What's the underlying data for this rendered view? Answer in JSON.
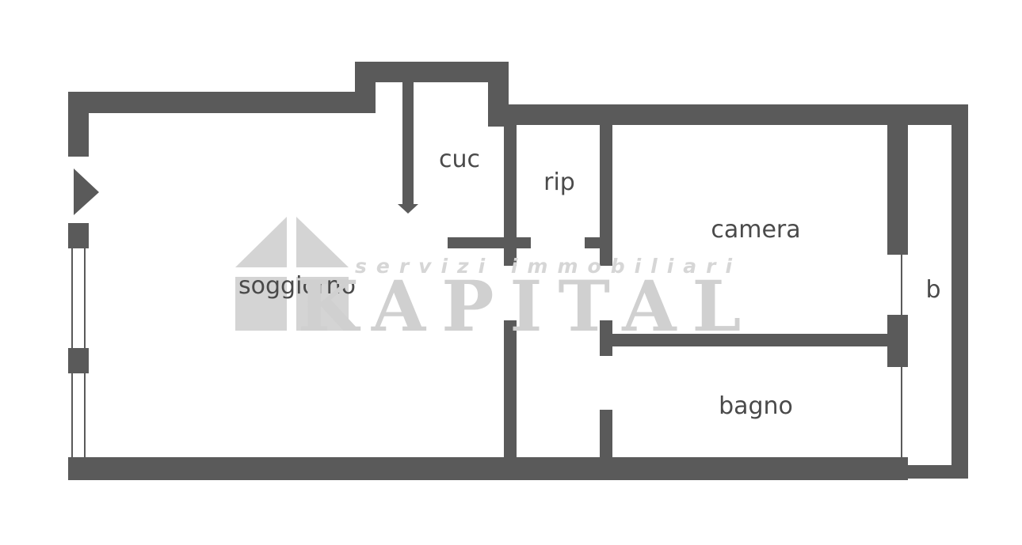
{
  "floorplan": {
    "rooms": {
      "soggiorno": "soggiorno",
      "cucina": "cuc",
      "ripostiglio": "rip",
      "camera": "camera",
      "bagno": "bagno",
      "balcone": "b"
    },
    "watermark": {
      "tagline": "servizi immobiliari",
      "brand": "KAPITAL"
    },
    "colors": {
      "wall": "#5a5a5a",
      "label": "#4a4a4a",
      "watermark": "#d0d0d0",
      "background": "#ffffff"
    },
    "icons": {
      "entrance": "entrance-arrow-icon",
      "logo": "house-logo-icon"
    }
  }
}
